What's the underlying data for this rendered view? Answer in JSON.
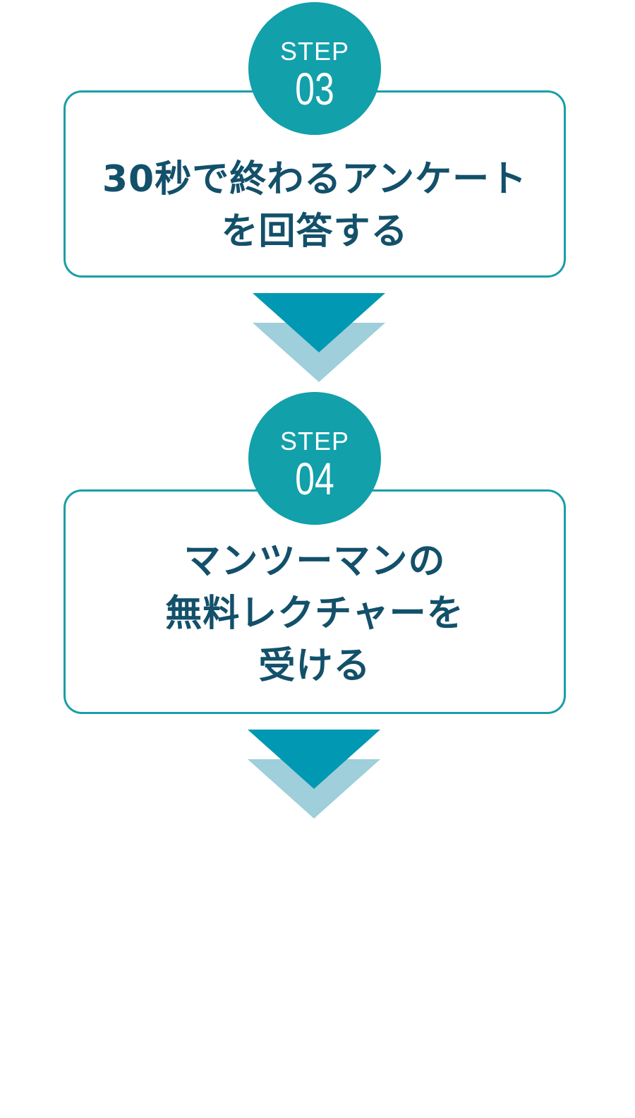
{
  "colors": {
    "accent": "#12a0aa",
    "border": "#1a9ea8",
    "text": "#13506a",
    "arrow_front": "#0098b2",
    "arrow_back": "#9ecfda"
  },
  "steps": [
    {
      "label": "STEP",
      "number": "03",
      "lines": [
        "30秒で終わるアンケート",
        "を回答する"
      ]
    },
    {
      "label": "STEP",
      "number": "04",
      "lines": [
        "マンツーマンの",
        "無料レクチャーを",
        "受ける"
      ]
    }
  ],
  "arrows": [
    {
      "icon": "chevron-down-icon"
    },
    {
      "icon": "chevron-down-icon"
    }
  ]
}
